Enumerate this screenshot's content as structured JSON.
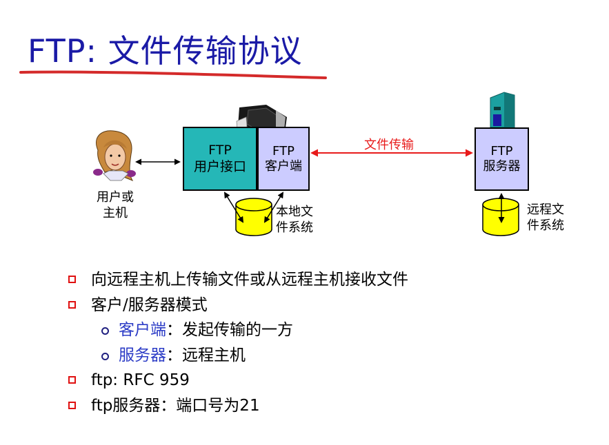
{
  "title": "FTP: 文件传输协议",
  "diagram": {
    "ui_box": {
      "line1": "FTP",
      "line2": "用户接口"
    },
    "client_box": {
      "line1": "FTP",
      "line2": "客户端"
    },
    "server_box": {
      "line1": "FTP",
      "line2": "服务器"
    },
    "user_label": {
      "line1": "用户或",
      "line2": "主机"
    },
    "local_fs_label": {
      "line1": "本地文",
      "line2": "件系统"
    },
    "remote_fs_label": {
      "line1": "远程文",
      "line2": "件系统"
    },
    "transfer_label": "文件传输"
  },
  "bullets": {
    "b1": "向远程主机上传输文件或从远程主机接收文件",
    "b2": "客户/服务器模式",
    "s1_term": "客户端",
    "s1_rest": "：发起传输的一方",
    "s2_term": "服务器",
    "s2_rest": "：远程主机",
    "b3": "ftp: RFC 959",
    "b4": "ftp服务器：端口号为21"
  },
  "colors": {
    "title": "#1a1aa6",
    "underline": "#d42a2a",
    "ui_box": "#25b7b7",
    "client_box": "#ccccff",
    "transfer_arrow": "#e81a1a",
    "database": "#ffff00",
    "bullet_square": "#e01010"
  },
  "icons": [
    "person-icon",
    "desktop-computer-icon",
    "server-tower-icon",
    "database-icon"
  ]
}
